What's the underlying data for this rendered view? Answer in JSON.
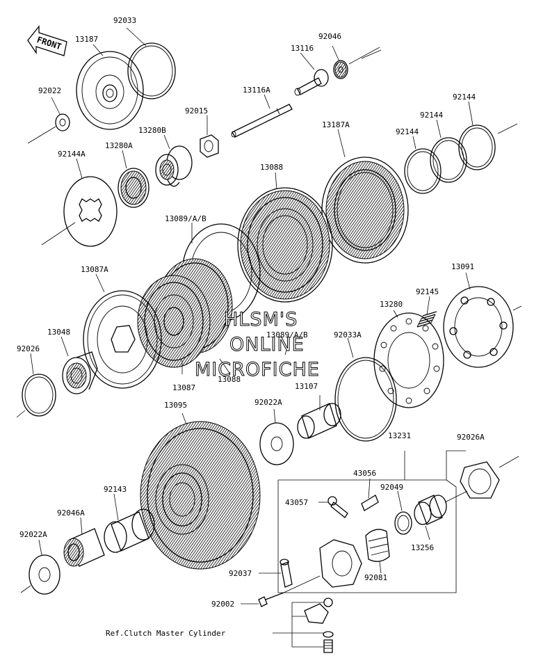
{
  "diagram": {
    "front_label": "FRONT",
    "reference_label": "Ref.Clutch Master Cylinder",
    "watermark": [
      "HLSM'S",
      "ONLINE",
      "MICROFICHE"
    ],
    "part_labels": [
      {
        "id": "92033-top",
        "text": "92033"
      },
      {
        "id": "13187",
        "text": "13187"
      },
      {
        "id": "92046-top",
        "text": "92046"
      },
      {
        "id": "13116",
        "text": "13116"
      },
      {
        "id": "92022-top",
        "text": "92022"
      },
      {
        "id": "13116A",
        "text": "13116A"
      },
      {
        "id": "92144-a",
        "text": "92144"
      },
      {
        "id": "92015",
        "text": "92015"
      },
      {
        "id": "92144-b",
        "text": "92144"
      },
      {
        "id": "13280B",
        "text": "13280B"
      },
      {
        "id": "13187A",
        "text": "13187A"
      },
      {
        "id": "92144-c",
        "text": "92144"
      },
      {
        "id": "92144A",
        "text": "92144A"
      },
      {
        "id": "13280A",
        "text": "13280A"
      },
      {
        "id": "13088-top",
        "text": "13088"
      },
      {
        "id": "13089-top",
        "text": "13089/A/B"
      },
      {
        "id": "13091",
        "text": "13091"
      },
      {
        "id": "13087A",
        "text": "13087A"
      },
      {
        "id": "92145",
        "text": "92145"
      },
      {
        "id": "13280",
        "text": "13280"
      },
      {
        "id": "13048",
        "text": "13048"
      },
      {
        "id": "13089-mid",
        "text": "13089/A/B"
      },
      {
        "id": "92033A",
        "text": "92033A"
      },
      {
        "id": "92026",
        "text": "92026"
      },
      {
        "id": "13087",
        "text": "13087"
      },
      {
        "id": "13088-mid",
        "text": "13088"
      },
      {
        "id": "13107",
        "text": "13107"
      },
      {
        "id": "13095",
        "text": "13095"
      },
      {
        "id": "92022A-mid",
        "text": "92022A"
      },
      {
        "id": "13231",
        "text": "13231"
      },
      {
        "id": "92026A",
        "text": "92026A"
      },
      {
        "id": "43056",
        "text": "43056"
      },
      {
        "id": "92143",
        "text": "92143"
      },
      {
        "id": "43057",
        "text": "43057"
      },
      {
        "id": "92049",
        "text": "92049"
      },
      {
        "id": "92046A",
        "text": "92046A"
      },
      {
        "id": "13256",
        "text": "13256"
      },
      {
        "id": "92022A-low",
        "text": "92022A"
      },
      {
        "id": "92037",
        "text": "92037"
      },
      {
        "id": "92081",
        "text": "92081"
      },
      {
        "id": "92002",
        "text": "92002"
      }
    ]
  }
}
